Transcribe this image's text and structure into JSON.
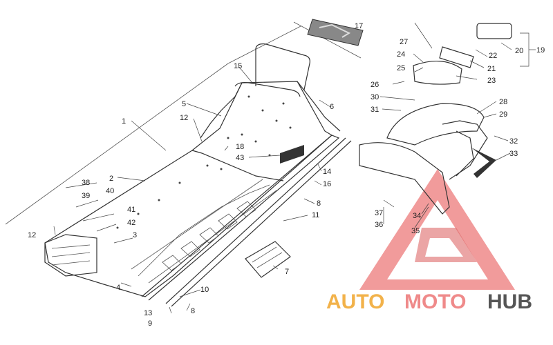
{
  "diagram": {
    "callouts": {
      "c1": "1",
      "c2": "2",
      "c3": "3",
      "c4": "4",
      "c5": "5",
      "c6": "6",
      "c7": "7",
      "c8a": "8",
      "c8b": "8",
      "c9": "9",
      "c10": "10",
      "c11": "11",
      "c12a": "12",
      "c12b": "12",
      "c13": "13",
      "c14": "14",
      "c15": "15",
      "c16": "16",
      "c17": "17",
      "c18": "18",
      "c19": "19",
      "c20": "20",
      "c21": "21",
      "c22": "22",
      "c23": "23",
      "c24": "24",
      "c25": "25",
      "c26": "26",
      "c27": "27",
      "c28": "28",
      "c29": "29",
      "c30": "30",
      "c31": "31",
      "c32": "32",
      "c33": "33",
      "c34": "34",
      "c35": "35",
      "c36": "36",
      "c37": "37",
      "c38": "38",
      "c39": "39",
      "c40": "40",
      "c41": "41",
      "c42": "42",
      "c43": "43"
    }
  },
  "watermark": {
    "word1": "AUTO",
    "word2": "MOTO",
    "word3": "HUB",
    "colors": {
      "auto": "#f2b24a",
      "moto": "#ef8a8a",
      "hub": "#555555"
    }
  }
}
